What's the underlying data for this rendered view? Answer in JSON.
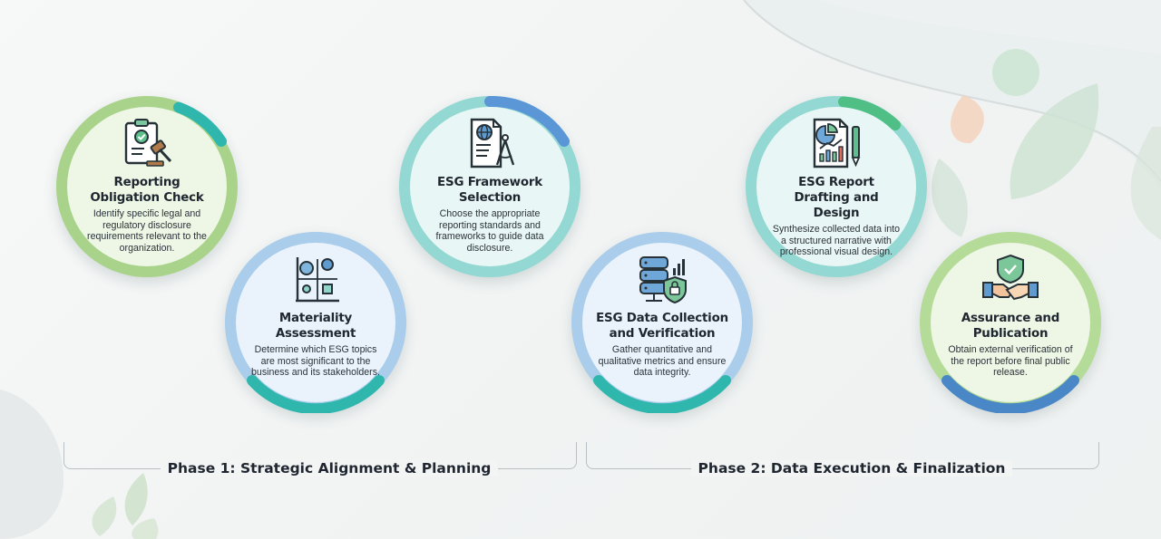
{
  "steps": [
    {
      "title": "Reporting Obligation Check",
      "description": "Identify specific legal and regulatory disclosure requirements relevant to the organization.",
      "icon": "clipboard-gavel-icon",
      "ring_color": "#a9d38b",
      "inner_color": "#eef7e6",
      "accent_color": "#2fb7ae"
    },
    {
      "title": "Materiality Assessment",
      "description": "Determine which ESG topics are most significant to the business and its stakeholders.",
      "icon": "matrix-chart-icon",
      "ring_color": "#a9cdea",
      "inner_color": "#eaf3fb",
      "accent_color": "#2fb7ae"
    },
    {
      "title": "ESG Framework Selection",
      "description": "Choose the appropriate reporting standards and frameworks to guide data disclosure.",
      "icon": "document-compass-icon",
      "ring_color": "#93d8d2",
      "inner_color": "#e8f7f5",
      "accent_color": "#5b97d6"
    },
    {
      "title": "ESG Data Collection and Verification",
      "description": "Gather quantitative and qualitative metrics and ensure data integrity.",
      "icon": "database-shield-icon",
      "ring_color": "#a9cdea",
      "inner_color": "#eaf3fb",
      "accent_color": "#2fb7ae"
    },
    {
      "title": "ESG Report Drafting and Design",
      "description": "Synthesize collected data into a structured narrative with professional visual design.",
      "icon": "report-pen-icon",
      "ring_color": "#93d8d2",
      "inner_color": "#e8f7f5",
      "accent_color": "#4fbf86"
    },
    {
      "title": "Assurance and Publication",
      "description": "Obtain external verification of the report before final public release.",
      "icon": "handshake-shield-icon",
      "ring_color": "#b5db98",
      "inner_color": "#eef7e6",
      "accent_color": "#4a87c7"
    }
  ],
  "phases": [
    {
      "label": "Phase 1: Strategic Alignment & Planning"
    },
    {
      "label": "Phase 2: Data Execution & Finalization"
    }
  ]
}
